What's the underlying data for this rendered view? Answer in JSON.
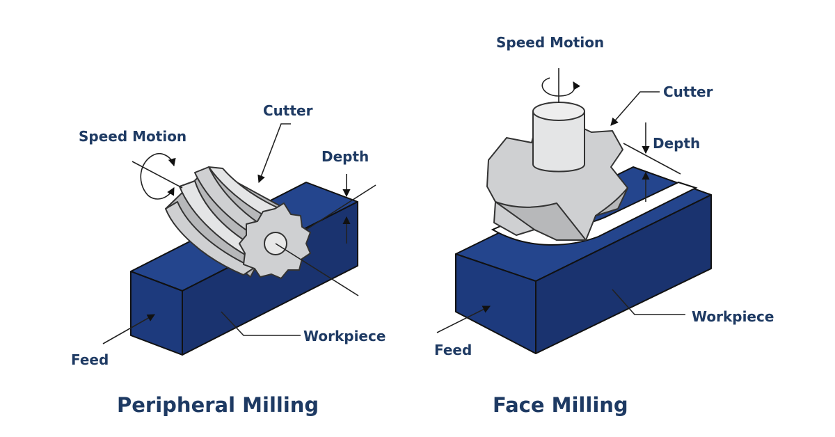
{
  "peripheral": {
    "title": "Peripheral Milling",
    "labels": {
      "speed_motion": "Speed Motion",
      "cutter": "Cutter",
      "depth": "Depth",
      "workpiece": "Workpiece",
      "feed": "Feed"
    }
  },
  "face": {
    "title": "Face Milling",
    "labels": {
      "speed_motion": "Speed Motion",
      "cutter": "Cutter",
      "depth": "Depth",
      "workpiece": "Workpiece",
      "feed": "Feed"
    }
  },
  "colors": {
    "label_text": "#1e3a63",
    "workpiece_blue": "#1d3a7d",
    "cutter_gray": "#cfd0d2"
  }
}
